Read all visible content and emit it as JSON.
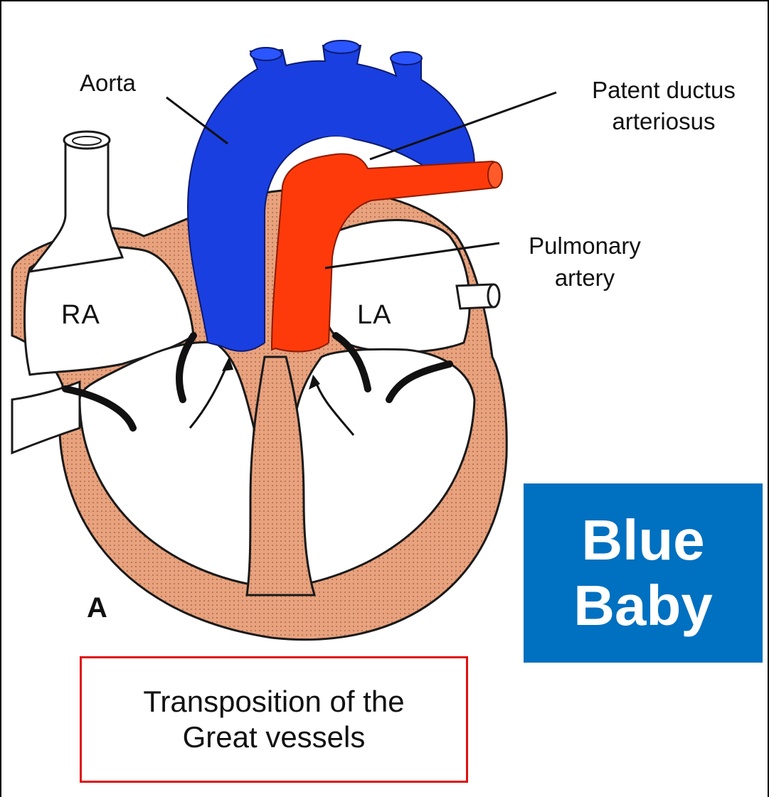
{
  "labels": {
    "aorta": "Aorta",
    "pda_line1": "Patent ductus",
    "pda_line2": "arteriosus",
    "pulmonary_line1": "Pulmonary",
    "pulmonary_line2": "artery",
    "ra": "RA",
    "la": "LA",
    "panel": "A"
  },
  "badge": {
    "line1": "Blue",
    "line2": "Baby"
  },
  "caption": {
    "line1": "Transposition of the",
    "line2": "Great vessels"
  },
  "colors": {
    "aorta": "#1a3fe0",
    "pulmonary": "#ff3a0a",
    "myocardium": "#e8a27e",
    "badge": "#0070c0",
    "caption_border": "#e01010"
  }
}
